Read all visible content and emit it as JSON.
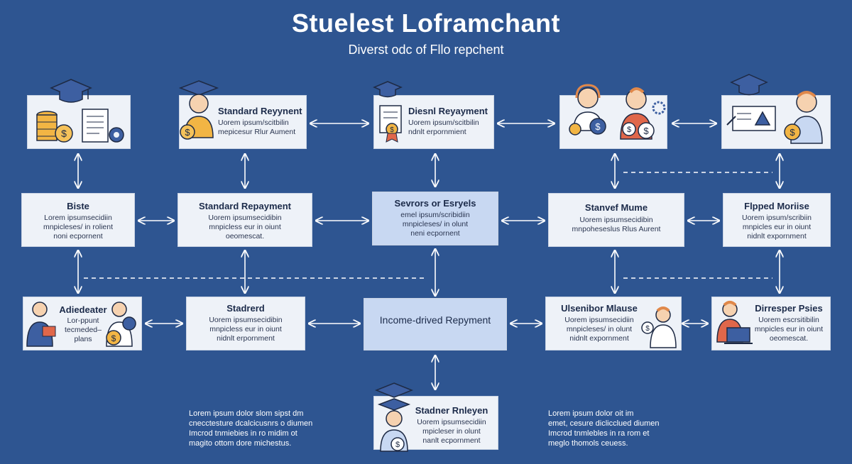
{
  "title": "Stuelest Loframchant",
  "subtitle": "Diverst odc of Fllo repchent",
  "colors": {
    "background": "#2e5591",
    "box": "#eef2f8",
    "highlight": "#c8d8f2",
    "connector": "#ffffff"
  },
  "row1": {
    "b2": {
      "title": "Standard Reyynent",
      "desc": "Uorem ipsum/scitbilin\nmepicesur Rlur Aument"
    },
    "b3": {
      "title": "Diesnl Reyayment",
      "desc": "Uorem ipsum/scitbilin\nndnlt erpornmient"
    }
  },
  "row2": {
    "b1": {
      "title": "Biste",
      "desc": "Lorem ipsumsecidiin\nmnpicleses/ in rolient\nnoni ecpornent"
    },
    "b2": {
      "title": "Standard Repayment",
      "desc": "Uorem ipsumsecidibin\nmnpicless eur in oiunt\noeomescat."
    },
    "b3": {
      "title": "Sevrors or Esryels",
      "desc": "emel ipsum/scribidiin\nmnpicleses/ in olunt\nneni ecpornent"
    },
    "b4": {
      "title": "Stanvef Mume",
      "desc": "Uorem ipsumsecidibin\nmnpoheseslus Rlus Aurent"
    },
    "b5": {
      "title": "Flpped Moriise",
      "desc": "Uorem ipsum/scribiin\nmnpicles eur in oiunt\nnidnlt expornment"
    }
  },
  "row3": {
    "b1": {
      "title": "Adiedeater",
      "desc": "Lor-ppunt\ntecmeded–\nplans"
    },
    "b2": {
      "title": "Stadrerd",
      "desc": "Uorem ipsumsecidibin\nmnpicless eur in oiunt\nnidnlt erpornment"
    },
    "b3": {
      "title": "Income-drived Repyment"
    },
    "b4": {
      "title": "Ulsenibor Mlause",
      "desc": "Uorem ipsumsecidiin\nmnpicleses/ in olunt\nnidnlt expornment"
    },
    "b5": {
      "title": "Dirresper Psies",
      "desc": "Uorem escrsitibilin\nmnpicles eur in oiunt\noeomescat."
    }
  },
  "row4": {
    "b3": {
      "title": "Stadner Rnleyen",
      "desc": "Uorem ipsumsecidiin\nmpicleser in olunt\nnanlt ecpornment"
    }
  },
  "footer": {
    "left": "Lorem ipsum dolor slom sipst dm\ncnecctesture dcalcicusnrs o diumen\nImcrod tnmiebies in ro midim ot\nmagito ottom dore michestus.",
    "right": "Lorem ipsum dolor oit im\nemet, cesure diclicclued diumen\nImcrod tnmlebles in ra rom et\nmeglo thomols ceuess."
  },
  "icons": [
    "graduation-cap",
    "coin-stack",
    "dollar-coin",
    "document",
    "gear",
    "person",
    "headset",
    "easel",
    "laptop",
    "medal"
  ]
}
